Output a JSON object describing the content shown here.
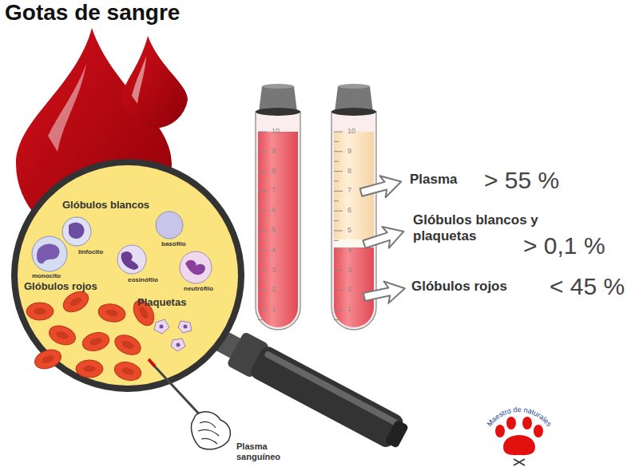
{
  "diagram": {
    "title": "Gotas de sangre",
    "labels": [
      "Glóbulos blancos",
      "linfocito",
      "basófilo",
      "monocito",
      "Glóbulos rojos",
      "eosinófilo",
      "neutrófilo",
      "Plaquetas",
      "Plasma sanguíneo",
      "10",
      "9",
      "8",
      "7",
      "6",
      "5",
      "4",
      "3",
      "2",
      "1",
      "10",
      "9",
      "8",
      "7",
      "6",
      "5",
      "4",
      "3",
      "2",
      "1",
      "Plasma",
      "> 55 %",
      "Glóbulos blancos y plaquetas",
      "> 0,1 %",
      "Glóbulos rojos",
      "< 45 %",
      "Maestro de naturales"
    ]
  }
}
